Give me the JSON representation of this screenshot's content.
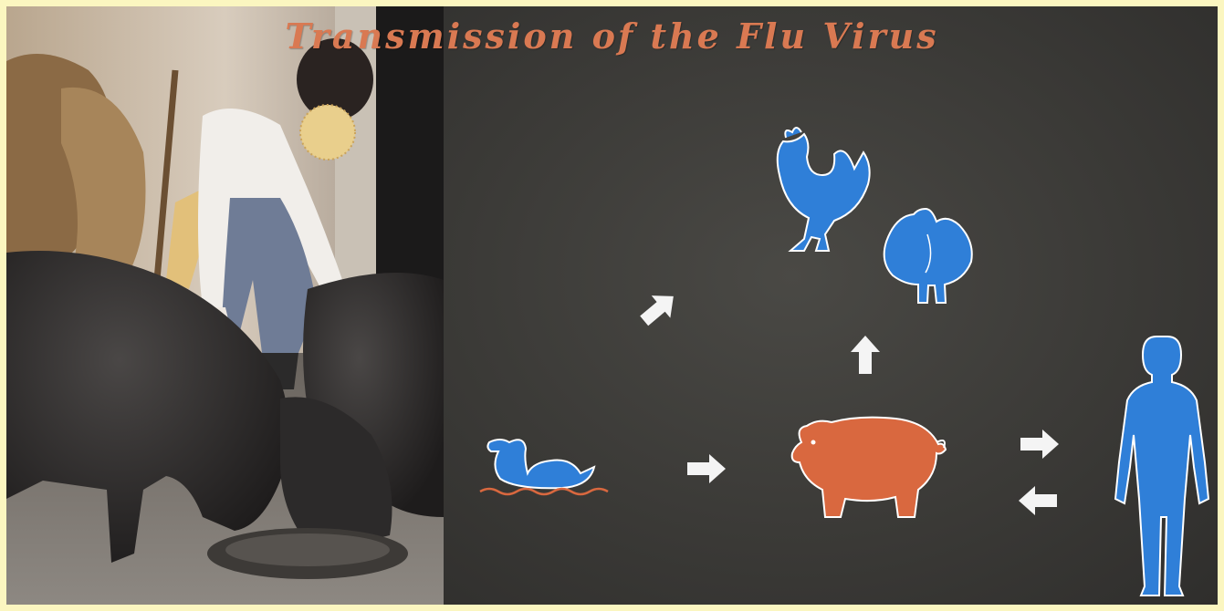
{
  "diagram": {
    "title": "Transmission of the Flu Virus",
    "nodes": [
      {
        "id": "duck",
        "icon": "duck-icon",
        "color": "#2f7fd8"
      },
      {
        "id": "pig",
        "icon": "pig-icon",
        "color": "#d9683f"
      },
      {
        "id": "rooster",
        "icon": "rooster-icon",
        "color": "#2f7fd8"
      },
      {
        "id": "turkey",
        "icon": "turkey-icon",
        "color": "#2f7fd8"
      },
      {
        "id": "human",
        "icon": "human-icon",
        "color": "#2f7fd8"
      }
    ],
    "edges": [
      {
        "from": "duck",
        "to": "pig"
      },
      {
        "from": "duck",
        "to": "rooster"
      },
      {
        "from": "pig",
        "to": "turkey"
      },
      {
        "from": "pig",
        "to": "human"
      },
      {
        "from": "human",
        "to": "pig"
      }
    ],
    "arrow_color": "#f4f4f4",
    "outline_color": "#ffffff"
  },
  "photo": {
    "subject": "photo-pigs-feeding-with-farmer"
  }
}
